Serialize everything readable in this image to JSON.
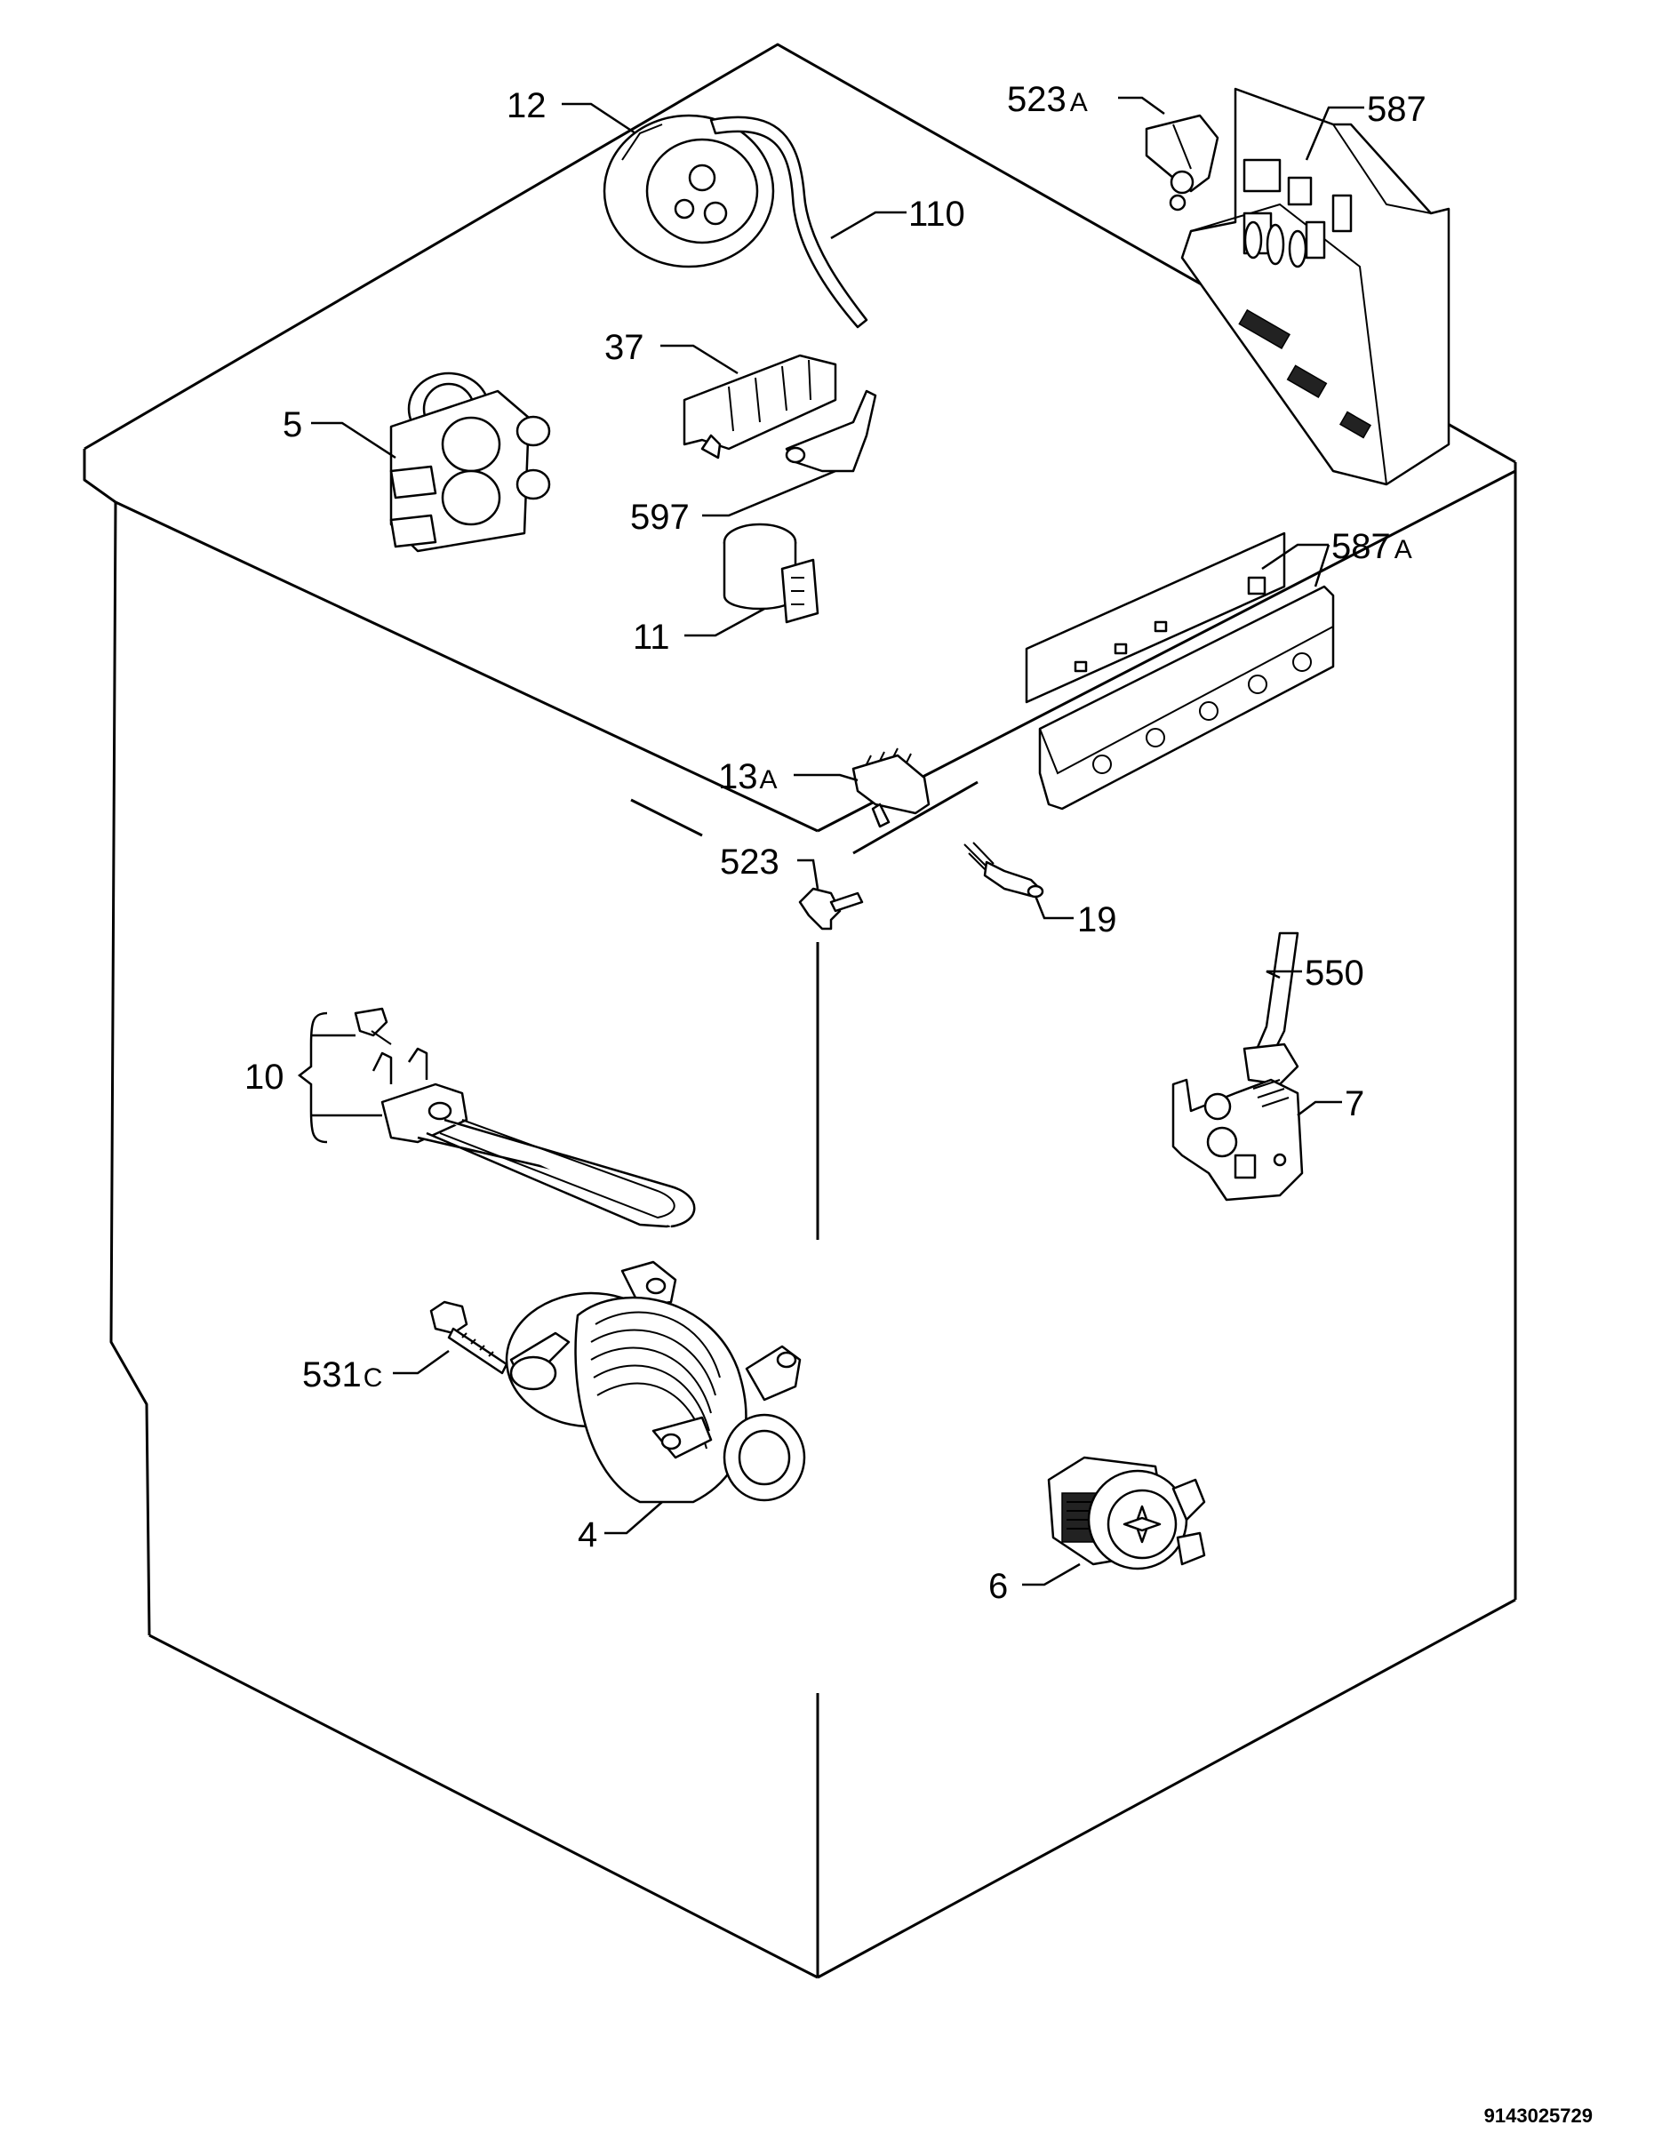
{
  "document_number": "9143025729",
  "parts": [
    {
      "id": "p12",
      "number": "12",
      "suffix": ""
    },
    {
      "id": "p110",
      "number": "110",
      "suffix": ""
    },
    {
      "id": "p523a",
      "number": "523",
      "suffix": "A"
    },
    {
      "id": "p587",
      "number": "587",
      "suffix": ""
    },
    {
      "id": "p37",
      "number": "37",
      "suffix": ""
    },
    {
      "id": "p5",
      "number": "5",
      "suffix": ""
    },
    {
      "id": "p597",
      "number": "597",
      "suffix": ""
    },
    {
      "id": "p587a",
      "number": "587",
      "suffix": "A"
    },
    {
      "id": "p11",
      "number": "11",
      "suffix": ""
    },
    {
      "id": "p13a",
      "number": "13",
      "suffix": "A"
    },
    {
      "id": "p523",
      "number": "523",
      "suffix": ""
    },
    {
      "id": "p19",
      "number": "19",
      "suffix": ""
    },
    {
      "id": "p550",
      "number": "550",
      "suffix": ""
    },
    {
      "id": "p10",
      "number": "10",
      "suffix": ""
    },
    {
      "id": "p7",
      "number": "7",
      "suffix": ""
    },
    {
      "id": "p531c",
      "number": "531",
      "suffix": "C"
    },
    {
      "id": "p4",
      "number": "4",
      "suffix": ""
    },
    {
      "id": "p6",
      "number": "6",
      "suffix": ""
    }
  ]
}
